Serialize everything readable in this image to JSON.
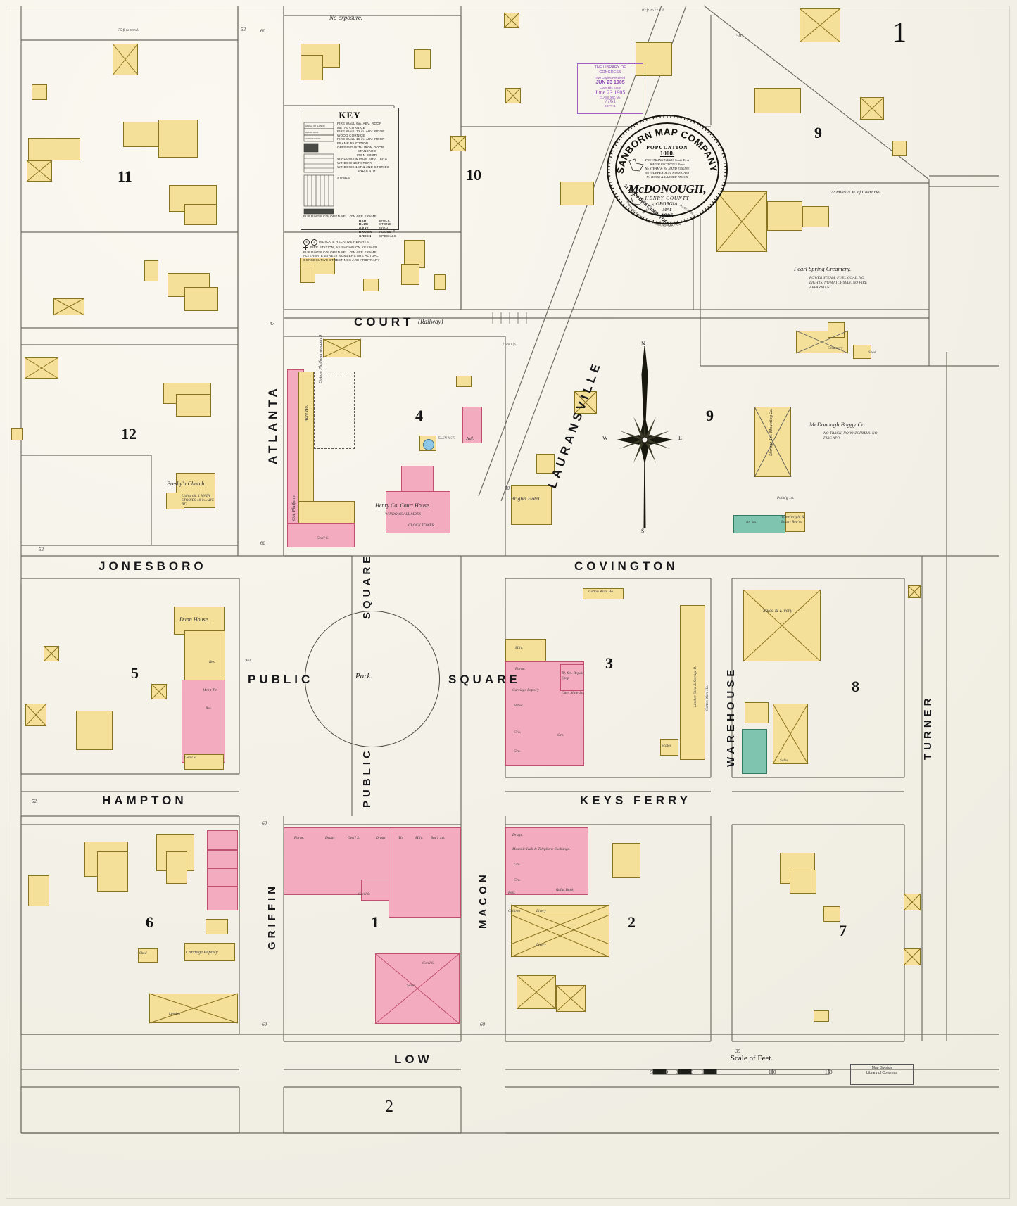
{
  "sheet": {
    "number": "1",
    "bottom_left_page": "2",
    "paper_color": "#f4f2ea",
    "colors": {
      "frame_yellow": "#f5e09a",
      "brick_red": "#f3acbf",
      "special_green": "#7fc4ae",
      "ink": "#1b1b1b",
      "stamp_purple": "#8b44b4"
    }
  },
  "title_medallion": {
    "company": "SANBORN MAP COMPANY",
    "population_label": "POPULATION",
    "population_value": "1000.",
    "facts": [
      "PREVAILING WINDS South West",
      "WATER FACILITIES None",
      "No STEAM'& No HAND ENGINE",
      "No INDEPENDENT HOSE CART",
      "No HOOK & LADDER TRUCK"
    ],
    "city": "McDONOUGH,",
    "county": "HENRY COUNTY",
    "state": "GEORGIA.",
    "month_year_1": "MAY",
    "month_year_2": "1905",
    "scale_note": "SCALE 50 FT.",
    "scale_note_2": "TO AN INCH.",
    "address": "11 BROADWAY, NEW YORK.",
    "footer_arc": "COPYRIGHTED BY THE SANBORN MAP CO."
  },
  "loc_stamp": {
    "line1": "THE LIBRARY OF",
    "line2": "CONGRESS",
    "line3": "Two Copies Received",
    "line4": "JUN 23 1905",
    "line5": "Copyright Entry",
    "hand1": "June 23 1905",
    "line6": "CLASS        XXc No.",
    "hand2": "7761",
    "line7": "COPY  B."
  },
  "key": {
    "title": "KEY",
    "entries": [
      "FIRE WALL 6in. ABV. ROOF",
      "METAL CORNICE",
      "FIRE WALL 12 in. ABV. ROOF",
      "WOOD CORNICE",
      "FIRE WALL 18 in. ABV. ROOF",
      "FRAME PARTITION",
      "OPENING WITH IRON DOOR.",
      "STANDARD",
      "IRON DOOR",
      "WINDOWS & IRON SHUTTERS",
      "WINDOW 1ST STORY",
      "WINDOWS 1ST & 2ND STORIES",
      "2ND & 4TH",
      "STABLE"
    ],
    "diagram_labels": [
      "SHINGLE OR SLATE ROOF",
      "SHINGLE ROOF",
      "COMPOSITION RF.",
      "SLATE or TIN RF.",
      "FIRE WALLS"
    ],
    "colors_intro": "BUILDINGS COLORED YELLOW ARE FRAME",
    "colors": [
      {
        "name": "RED",
        "means": "BRICK"
      },
      {
        "name": "BLUE",
        "means": "STONE"
      },
      {
        "name": "GRAY",
        "means": "IRON"
      },
      {
        "name": "BROWN",
        "means": "ADOBE"
      },
      {
        "name": "GREEN",
        "means": "SPECIALS"
      }
    ],
    "notes": [
      "INDICATE RELATIVE HEIGHTS.",
      "FIRE STATION, AS SHOWN ON KEY MAP",
      "BUILDINGS COLORED YELLOW ARE FRAME",
      "ALTERNATE STREET NUMBERS ARE ACTUAL",
      "CONSECUTIVE STREET NOS ARE ARBITRARY"
    ]
  },
  "streets": {
    "horizontal": [
      {
        "name": "COURT",
        "suffix": "(Railway)"
      },
      {
        "name": "JONESBORO"
      },
      {
        "name": "COVINGTON"
      },
      {
        "name": "HAMPTON"
      },
      {
        "name": "KEYS FERRY"
      },
      {
        "name": "LOW"
      }
    ],
    "vertical": [
      {
        "name": "ATLANTA"
      },
      {
        "name": "LAURANSVILLE"
      },
      {
        "name": "SQUARE"
      },
      {
        "name": "PUBLIC"
      },
      {
        "name": "WAREHOUSE"
      },
      {
        "name": "TURNER"
      },
      {
        "name": "GRIFFIN"
      },
      {
        "name": "MACON"
      }
    ],
    "square_left": "PUBLIC",
    "square_right": "SQUARE",
    "park_label": "Park."
  },
  "block_numbers": [
    "11",
    "10",
    "9",
    "12",
    "4",
    "9",
    "5",
    "3",
    "8",
    "6",
    "1",
    "2",
    "7"
  ],
  "map_labels": [
    {
      "text": "No exposure."
    },
    {
      "text": "75 ft to r.r.r.d."
    },
    {
      "text": "82 ft. to r.r. r.d."
    },
    {
      "text": "1/2 Miles N.W. of Court Ho."
    },
    {
      "text": "Presby'n Church."
    },
    {
      "text": "Lights oil. 1 MAIN STORIES 18 in. ABV. RF."
    },
    {
      "text": "Cotton Platform wooden 3'"
    },
    {
      "text": "Ware Ho."
    },
    {
      "text": "Cot. Platform"
    },
    {
      "text": "ELEV. W.T."
    },
    {
      "text": "Jail."
    },
    {
      "text": "Henry Co. Court House."
    },
    {
      "text": "WINDOWS ALL SIDES"
    },
    {
      "text": "CLOCK TOWER"
    },
    {
      "text": "Gen'l S."
    },
    {
      "text": "Brights Hotel."
    },
    {
      "text": "Lock Up."
    },
    {
      "text": "Pearl Spring Creamery."
    },
    {
      "text": "POWER STEAM. FUEL COAL. NO LIGHTS. NO WATCHMAN. NO FIRE APPARATUS."
    },
    {
      "text": "Creamery"
    },
    {
      "text": "Shed."
    },
    {
      "text": "McDonough Buggy Co."
    },
    {
      "text": "NO TRACK. NO WATCHMAN. NO FIRE APP."
    },
    {
      "text": "Storage 1st. Mounting 2d."
    },
    {
      "text": "Paint'g 1st."
    },
    {
      "text": "Bl. Sm."
    },
    {
      "text": "Wheelwright & Buggy Rep'rs."
    },
    {
      "text": "Cotton Ware Ho."
    },
    {
      "text": "Lumber Shed & Storage R."
    },
    {
      "text": "Cotton Ware Ho."
    },
    {
      "text": "Sales & Livery"
    },
    {
      "text": "Scales"
    },
    {
      "text": "Mlly."
    },
    {
      "text": "Furne."
    },
    {
      "text": "Carriage Repos'y"
    },
    {
      "text": "Hdwe."
    },
    {
      "text": "Cl'o."
    },
    {
      "text": "Gro."
    },
    {
      "text": "Gro."
    },
    {
      "text": "Bl. Sm. Repair Shop"
    },
    {
      "text": "Carr. Shop 1st."
    },
    {
      "text": "Sales"
    },
    {
      "text": "Dunn House."
    },
    {
      "text": "Res."
    },
    {
      "text": "Res."
    },
    {
      "text": "Gen'l S."
    },
    {
      "text": "Gen'l S."
    },
    {
      "text": "Mch't Tlr."
    },
    {
      "text": "Well"
    },
    {
      "text": "Drugs."
    },
    {
      "text": "Masonic Hall & Telephone Exchange."
    },
    {
      "text": "Gro."
    },
    {
      "text": "Gro."
    },
    {
      "text": "Rest."
    },
    {
      "text": "Rufus Bank"
    },
    {
      "text": "Cobbler"
    },
    {
      "text": "Livery"
    },
    {
      "text": "Livery"
    },
    {
      "text": "Furne."
    },
    {
      "text": "Drugs"
    },
    {
      "text": "Gen'l S."
    },
    {
      "text": "Drugs"
    },
    {
      "text": "Tlr."
    },
    {
      "text": "Mlly."
    },
    {
      "text": "Bar'r 1st."
    },
    {
      "text": "Gen'l S."
    },
    {
      "text": "Sales"
    },
    {
      "text": "Carriage Repos'y"
    },
    {
      "text": "Shed"
    },
    {
      "text": "Lumber"
    }
  ],
  "scale": {
    "title": "Scale of Feet.",
    "ticks": [
      "50",
      "40",
      "30",
      "20",
      "10",
      "0",
      "50",
      "100",
      "150"
    ]
  },
  "loc_footer": {
    "line1": "Map Division",
    "line2": "Library of Congress"
  },
  "compass": {
    "north": "N",
    "south": "S",
    "east": "E",
    "west": "W"
  }
}
